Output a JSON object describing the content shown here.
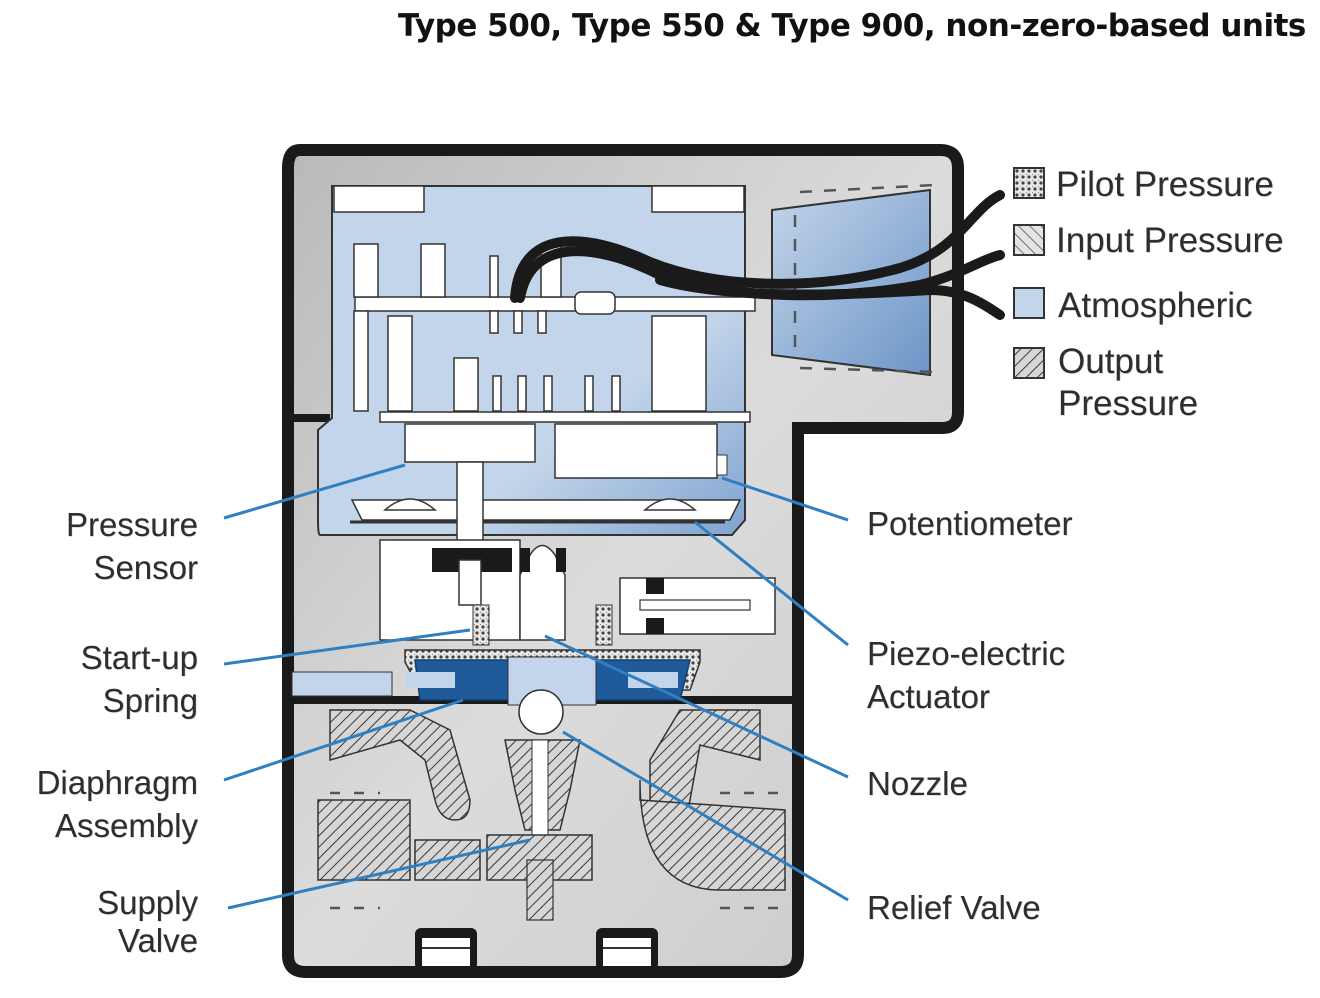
{
  "title": "Type 500, Type 550 & Type 900, non-zero-based units",
  "colors": {
    "atmospheric": "#c3d5ea",
    "atmospheric_dark": "#7fa3cf",
    "diaphragm": "#1f5a9a",
    "housing_gray": "#c8c8c8",
    "outline": "#1a1a1a",
    "leader_line": "#2f7fc1"
  },
  "legend": [
    {
      "pattern": "crosshatch-dots",
      "label_lines": [
        "Pilot Pressure"
      ]
    },
    {
      "pattern": "diagonal-hatch-back",
      "label_lines": [
        "Input Pressure"
      ]
    },
    {
      "pattern": "solid-light-blue",
      "label_lines": [
        "Atmospheric"
      ]
    },
    {
      "pattern": "diagonal-hatch-forward",
      "label_lines": [
        "Output",
        "Pressure"
      ]
    }
  ],
  "labels_left": [
    {
      "id": "pressure-sensor",
      "lines": [
        "Pressure",
        "Sensor"
      ]
    },
    {
      "id": "start-up-spring",
      "lines": [
        "Start-up",
        "Spring"
      ]
    },
    {
      "id": "diaphragm-assembly",
      "lines": [
        "Diaphragm",
        "Assembly"
      ]
    },
    {
      "id": "supply-valve",
      "lines": [
        "Supply",
        "Valve"
      ]
    }
  ],
  "labels_right": [
    {
      "id": "potentiometer",
      "lines": [
        "Potentiometer"
      ]
    },
    {
      "id": "piezo-electric-actuator",
      "lines": [
        "Piezo-electric",
        "Actuator"
      ]
    },
    {
      "id": "nozzle",
      "lines": [
        "Nozzle"
      ]
    },
    {
      "id": "relief-valve",
      "lines": [
        "Relief Valve"
      ]
    }
  ]
}
